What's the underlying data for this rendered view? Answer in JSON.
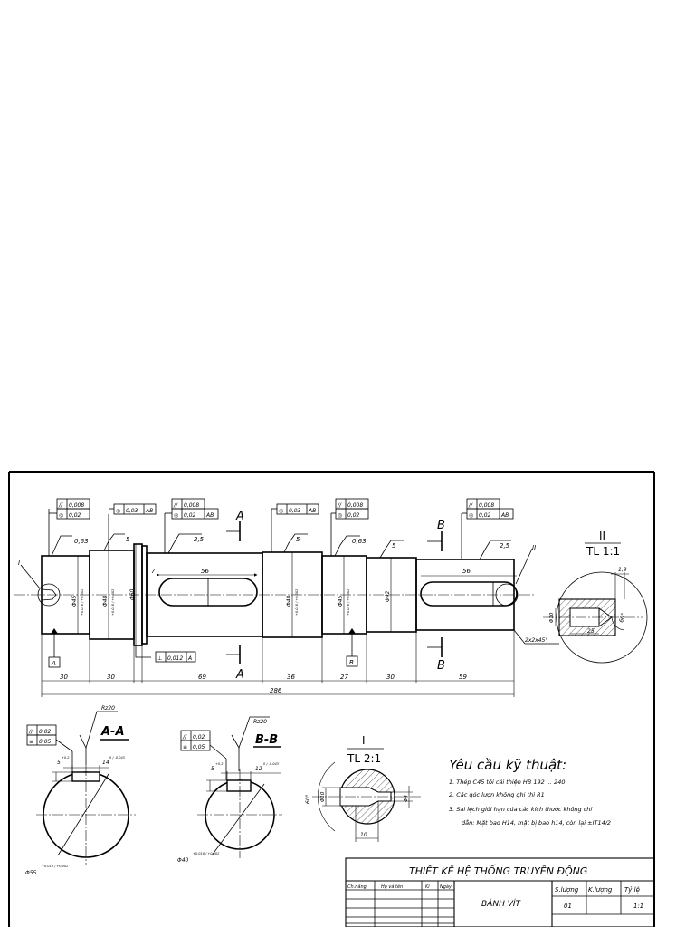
{
  "shaft": {
    "dims": [
      "30",
      "30",
      "69",
      "36",
      "27",
      "30",
      "59"
    ],
    "total": "286",
    "diameters": [
      "Φ45",
      "Φ48",
      "Φ60",
      "Φ48",
      "Φ45",
      "Φ42"
    ],
    "diameter_tols": {
      "d45a": "+0.018 / +0.002",
      "d48a": "+0.018 / +0.002",
      "d48b": "+0.018 / +0.002",
      "d45b": "+0.018 / +0.002"
    },
    "keyway_lengths": [
      "56",
      "56"
    ],
    "chamfer": "2x2x45°",
    "shoulder_len": "7",
    "detail_callouts": [
      "I",
      "II"
    ],
    "datums": [
      "A",
      "B"
    ],
    "roughness": [
      "0,63",
      "5",
      "2,5",
      "5",
      "0,63",
      "5",
      "2,5"
    ],
    "section_marks": [
      "A",
      "A",
      "B",
      "B"
    ]
  },
  "tolerance_frames": [
    {
      "sym": "//",
      "val": "0,008"
    },
    {
      "sym": "◎",
      "val": "0,02"
    },
    {
      "sym": "◎",
      "val": "0,03",
      "ref": "AB"
    },
    {
      "sym": "//",
      "val": "0,008"
    },
    {
      "sym": "◎",
      "val": "0,02",
      "ref": "AB"
    },
    {
      "sym": "◎",
      "val": "0,03",
      "ref": "AB"
    },
    {
      "sym": "//",
      "val": "0,008"
    },
    {
      "sym": "◎",
      "val": "0,02"
    },
    {
      "sym": "//",
      "val": "0,008"
    },
    {
      "sym": "◎",
      "val": "0,02",
      "ref": "AB"
    },
    {
      "sym": "⊥",
      "val": "0,012",
      "ref": "A"
    }
  ],
  "detail_ii": {
    "title": "II",
    "scale": "TL 1:1",
    "dims": [
      "1,9",
      "25",
      "Φ10",
      "60°"
    ]
  },
  "section_aa": {
    "title": "A-A",
    "roughness": "Rz20",
    "frames": [
      {
        "sym": "//",
        "val": "0,02"
      },
      {
        "sym": "≡",
        "val": "0,05"
      }
    ],
    "width": "14",
    "width_tol": "0 / -0.043",
    "depth": "5",
    "depth_tol": "+0.2",
    "diameter": "Φ55",
    "diameter_tol": "+0.018 / +0.002"
  },
  "section_bb": {
    "title": "B-B",
    "roughness": "Rz20",
    "frames": [
      {
        "sym": "//",
        "val": "0,02"
      },
      {
        "sym": "≡",
        "val": "0,05"
      }
    ],
    "width": "12",
    "width_tol": "0 / -0.043",
    "depth": "5",
    "depth_tol": "+0.2",
    "diameter": "Φ40",
    "diameter_tol": "+0.018 / +0.002"
  },
  "detail_i": {
    "title": "I",
    "scale": "TL 2:1",
    "dims": [
      "60°",
      "Φ10",
      "Φ4",
      "10"
    ]
  },
  "requirements": {
    "title": "Yêu cầu kỹ thuật:",
    "items": [
      "1.  Thép C45 tôi cải thiện HB 192 ... 240",
      "2.  Các góc lượn không ghi thì R1",
      "3.  Sai lệch giới hạn của các kích thước không chỉ",
      "dẫn: Mặt bao H14, mặt bị bao h14, còn lại ±IT14/2"
    ]
  },
  "title_block": {
    "project": "THIẾT KẾ HỆ THỐNG TRUYỀN ĐỘNG",
    "part": "BÁNH VÍT",
    "headers": [
      "Ch.năng",
      "Họ và tên",
      "Kí",
      "Ngày"
    ],
    "qty_label": "S.lượng",
    "mass_label": "K.lượng",
    "scale_label": "Tỷ lệ",
    "qty": "01",
    "scale": "1:1"
  }
}
